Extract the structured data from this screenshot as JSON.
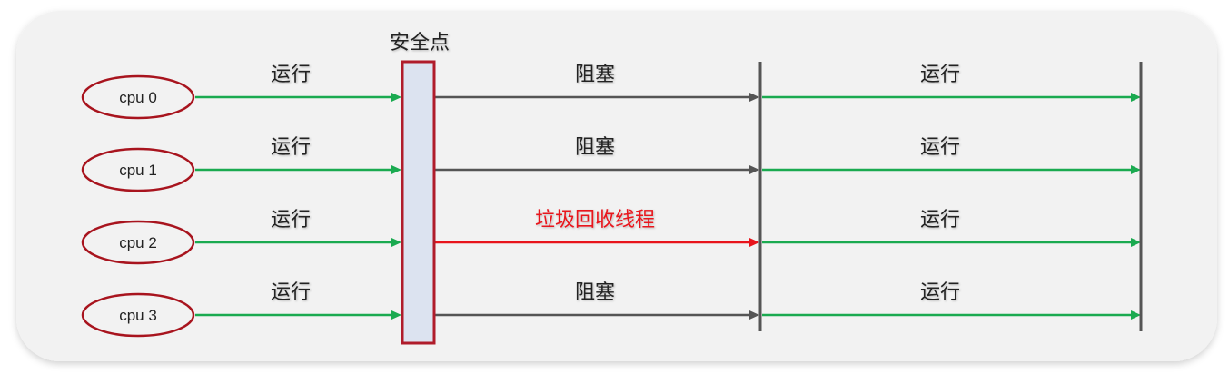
{
  "safepoint": {
    "label": "安全点"
  },
  "rows": [
    {
      "cpu": "cpu 0",
      "before": "运行",
      "middle": "阻塞",
      "after": "运行",
      "middle_kind": "blocked"
    },
    {
      "cpu": "cpu 1",
      "before": "运行",
      "middle": "阻塞",
      "after": "运行",
      "middle_kind": "blocked"
    },
    {
      "cpu": "cpu 2",
      "before": "运行",
      "middle": "垃圾回收线程",
      "after": "运行",
      "middle_kind": "gc"
    },
    {
      "cpu": "cpu 3",
      "before": "运行",
      "middle": "阻塞",
      "after": "运行",
      "middle_kind": "blocked"
    }
  ],
  "colors": {
    "running": "#1aaa50",
    "blocked": "#555555",
    "gc": "#e8141c",
    "ellipse_stroke": "#a8141e",
    "safepoint_fill": "#dce3f0",
    "safepoint_stroke": "#b01c2b",
    "panel": "#f2f2f2"
  }
}
